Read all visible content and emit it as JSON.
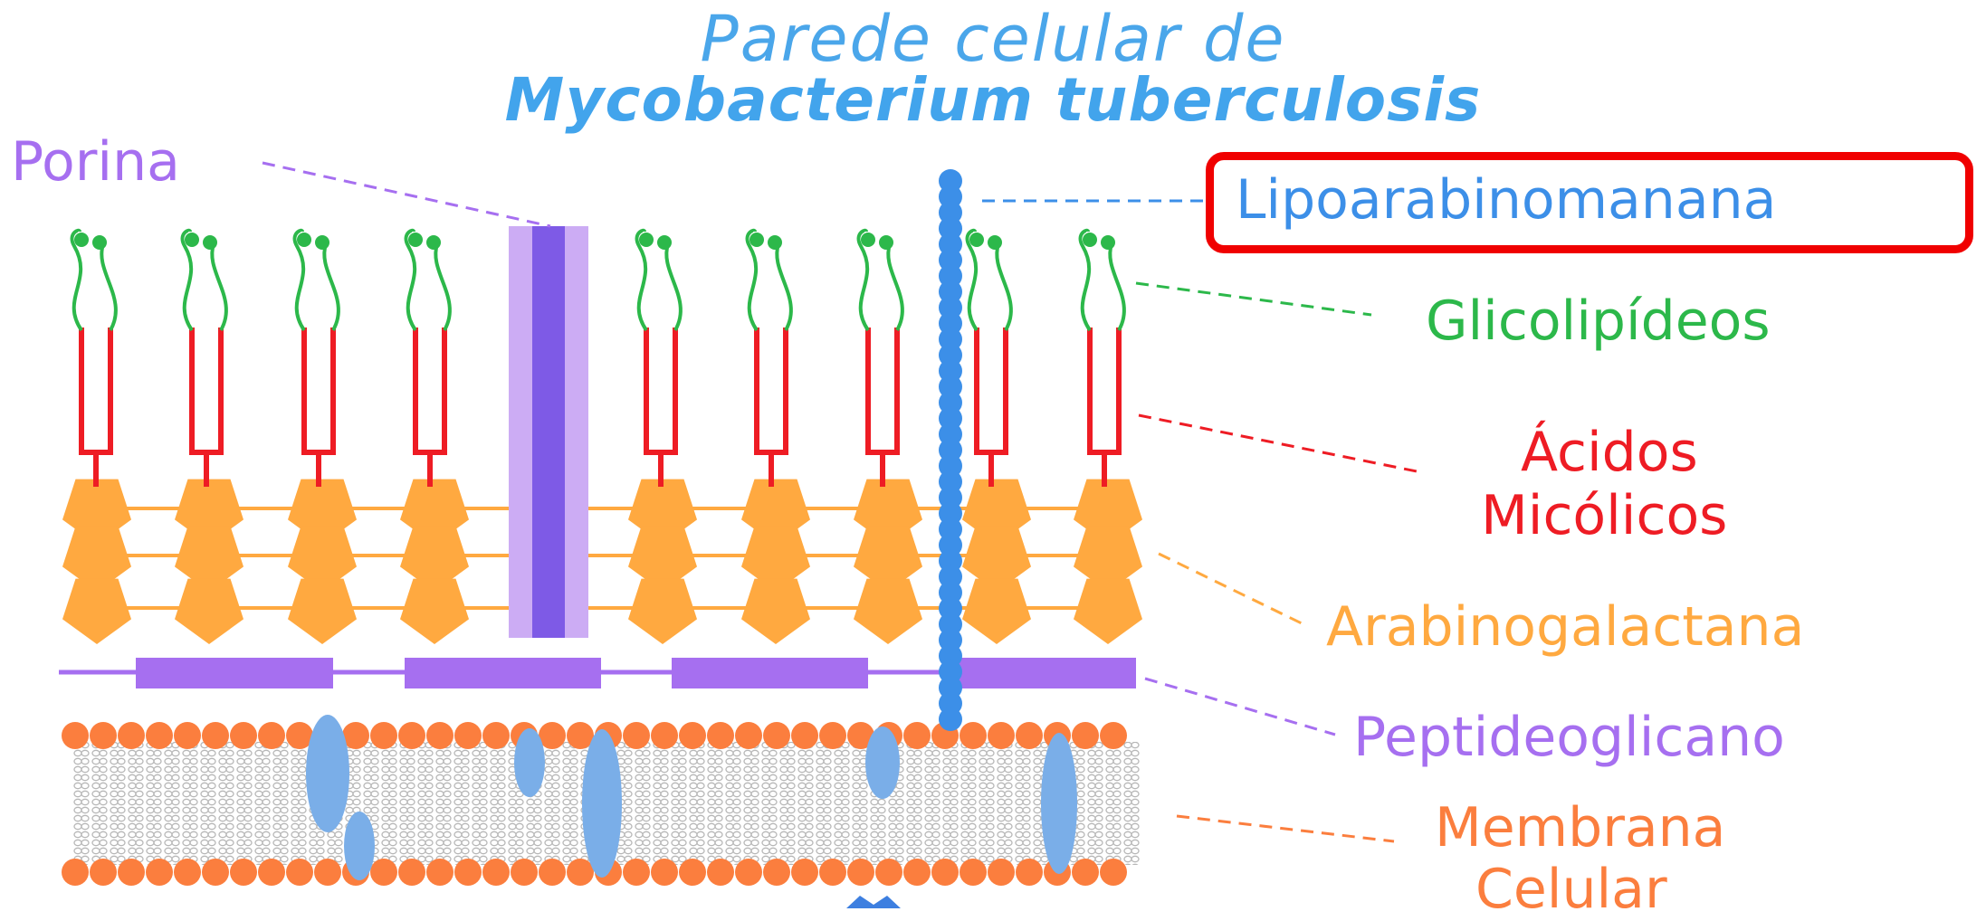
{
  "title": {
    "line1": "Parede celular de",
    "line2": "Mycobacterium tuberculosis"
  },
  "labels": {
    "porina": "Porina",
    "lipoarabinomanana": "Lipoarabinomanana",
    "glicolipideos": "Glicolipídeos",
    "acidos_line1": "Ácidos",
    "acidos_line2": "Micólicos",
    "arabinogalactana": "Arabinogalactana",
    "peptideoglicano": "Peptideoglicano",
    "membrana_line1": "Membrana",
    "membrana_line2": "Celular"
  },
  "colors": {
    "title": "#4aa6ea",
    "porina": "#a66ff0",
    "lipoarabinomanana": "#3c8fe8",
    "glicolipideos": "#2cb84a",
    "acidos_micolicos": "#ee1c24",
    "arabinogalactana": "#ffa940",
    "peptideoglicano": "#a66ff0",
    "membrana": "#fb7e3e",
    "highlight": "#f00000"
  }
}
